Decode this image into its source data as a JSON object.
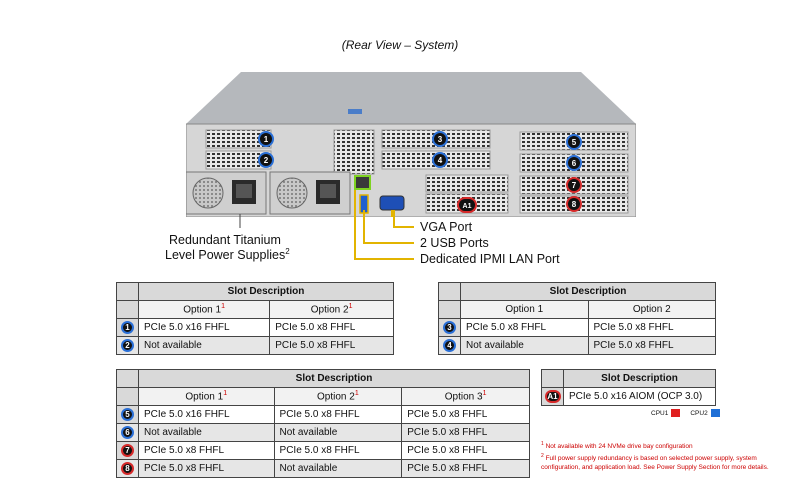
{
  "caption": "(Rear View – System)",
  "callouts": {
    "psu_line1": "Redundant Titanium",
    "psu_line2": "Level Power Supplies",
    "psu_sup": "2",
    "vga": "VGA Port",
    "usb": "2 USB Ports",
    "ipmi": "Dedicated IPMI LAN Port"
  },
  "chassis_badges": [
    "1",
    "2",
    "3",
    "4",
    "5",
    "6",
    "7",
    "8",
    "A1"
  ],
  "table1": {
    "title": "Slot Description",
    "headers": [
      "Option 1",
      "Option 2"
    ],
    "header_sups": [
      "1",
      "1"
    ],
    "rows": [
      {
        "slot": "1",
        "cells": [
          "PCIe 5.0 x16 FHFL",
          "PCIe 5.0 x8 FHFL"
        ]
      },
      {
        "slot": "2",
        "cells": [
          "Not available",
          "PCIe 5.0 x8 FHFL"
        ]
      }
    ]
  },
  "table2": {
    "title": "Slot Description",
    "headers": [
      "Option 1",
      "Option 2"
    ],
    "rows": [
      {
        "slot": "3",
        "cells": [
          "PCIe 5.0 x8 FHFL",
          "PCIe 5.0 x8 FHFL"
        ]
      },
      {
        "slot": "4",
        "cells": [
          "Not available",
          "PCIe 5.0 x8 FHFL"
        ]
      }
    ]
  },
  "table3": {
    "title": "Slot Description",
    "headers": [
      "Option 1",
      "Option 2",
      "Option 3"
    ],
    "header_sups": [
      "1",
      "1",
      "1"
    ],
    "rows": [
      {
        "slot": "5",
        "cells": [
          "PCIe 5.0 x16 FHFL",
          "PCIe 5.0 x8 FHFL",
          "PCIe 5.0 x8 FHFL"
        ]
      },
      {
        "slot": "6",
        "cells": [
          "Not available",
          "Not available",
          "PCIe 5.0 x8 FHFL"
        ]
      },
      {
        "slot": "7",
        "cells": [
          "PCIe 5.0 x8 FHFL",
          "PCIe 5.0 x8 FHFL",
          "PCIe 5.0 x8 FHFL"
        ]
      },
      {
        "slot": "8",
        "cells": [
          "PCIe 5.0 x8 FHFL",
          "Not available",
          "PCIe 5.0 x8 FHFL"
        ]
      }
    ]
  },
  "table4": {
    "title": "Slot Description",
    "rows": [
      {
        "slot": "A1",
        "cells": [
          "PCIe 5.0 x16 AIOM (OCP 3.0)"
        ]
      }
    ]
  },
  "cpu_legend": [
    {
      "label": "CPU1",
      "color": "#e02020"
    },
    {
      "label": "CPU2",
      "color": "#1f6fd6"
    }
  ],
  "footnotes": [
    {
      "sup": "1",
      "text": " Not available with 24 NVMe drive bay configuration"
    },
    {
      "sup": "2",
      "text": " Full power supply redundancy is based on selected power supply, system configuration, and application load. See Power Supply Section for more details."
    }
  ]
}
